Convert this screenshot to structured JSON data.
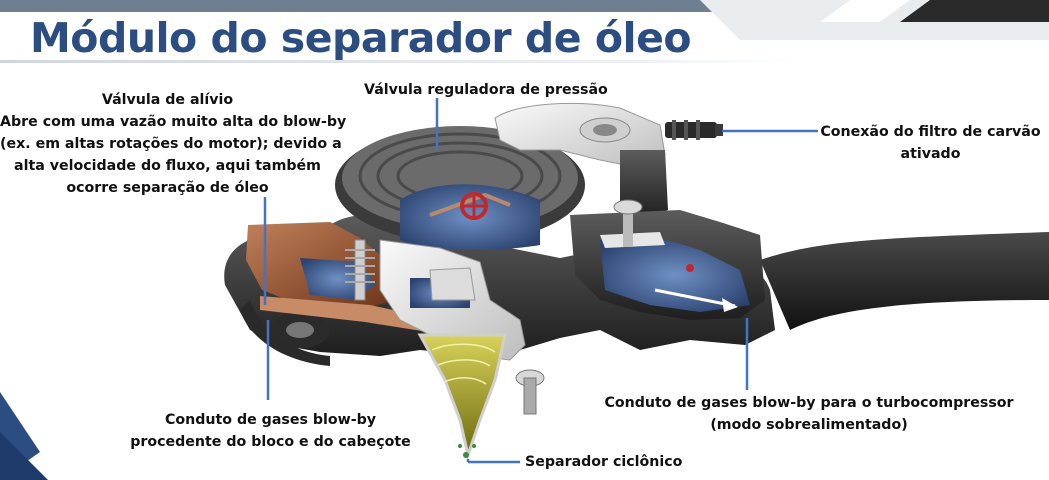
{
  "title": "Módulo do separador de óleo",
  "colors": {
    "title": "#2b4d82",
    "leader_line": "#4472c4",
    "housing_dark": "#3a3a3a",
    "housing_light": "#e4e4e4",
    "oil_copper": "#9a5a36",
    "cyclone_oil": "#a6a52c",
    "gas_flow_blue": "#3d5f96",
    "relief_valve_red": "#c0282e"
  },
  "labels": {
    "relief_valve": {
      "title": "Válvula de alívio",
      "lines": [
        "Abre com uma vazão muito alta do blow-by",
        "(ex. em altas rotações do motor); devido a",
        "alta velocidade do fluxo, aqui também",
        "ocorre separação de óleo"
      ]
    },
    "pressure_valve": "Válvula reguladora de pressão",
    "carbon_filter": [
      "Conexão do filtro de carvão",
      "ativado"
    ],
    "blowby_inlet": [
      "Conduto de gases blow-by",
      "procedente do bloco e do cabeçote"
    ],
    "turbo_duct": [
      "Conduto de gases blow-by para o turbocompressor",
      "(modo sobrealimentado)"
    ],
    "cyclone": "Separador ciclônico"
  }
}
